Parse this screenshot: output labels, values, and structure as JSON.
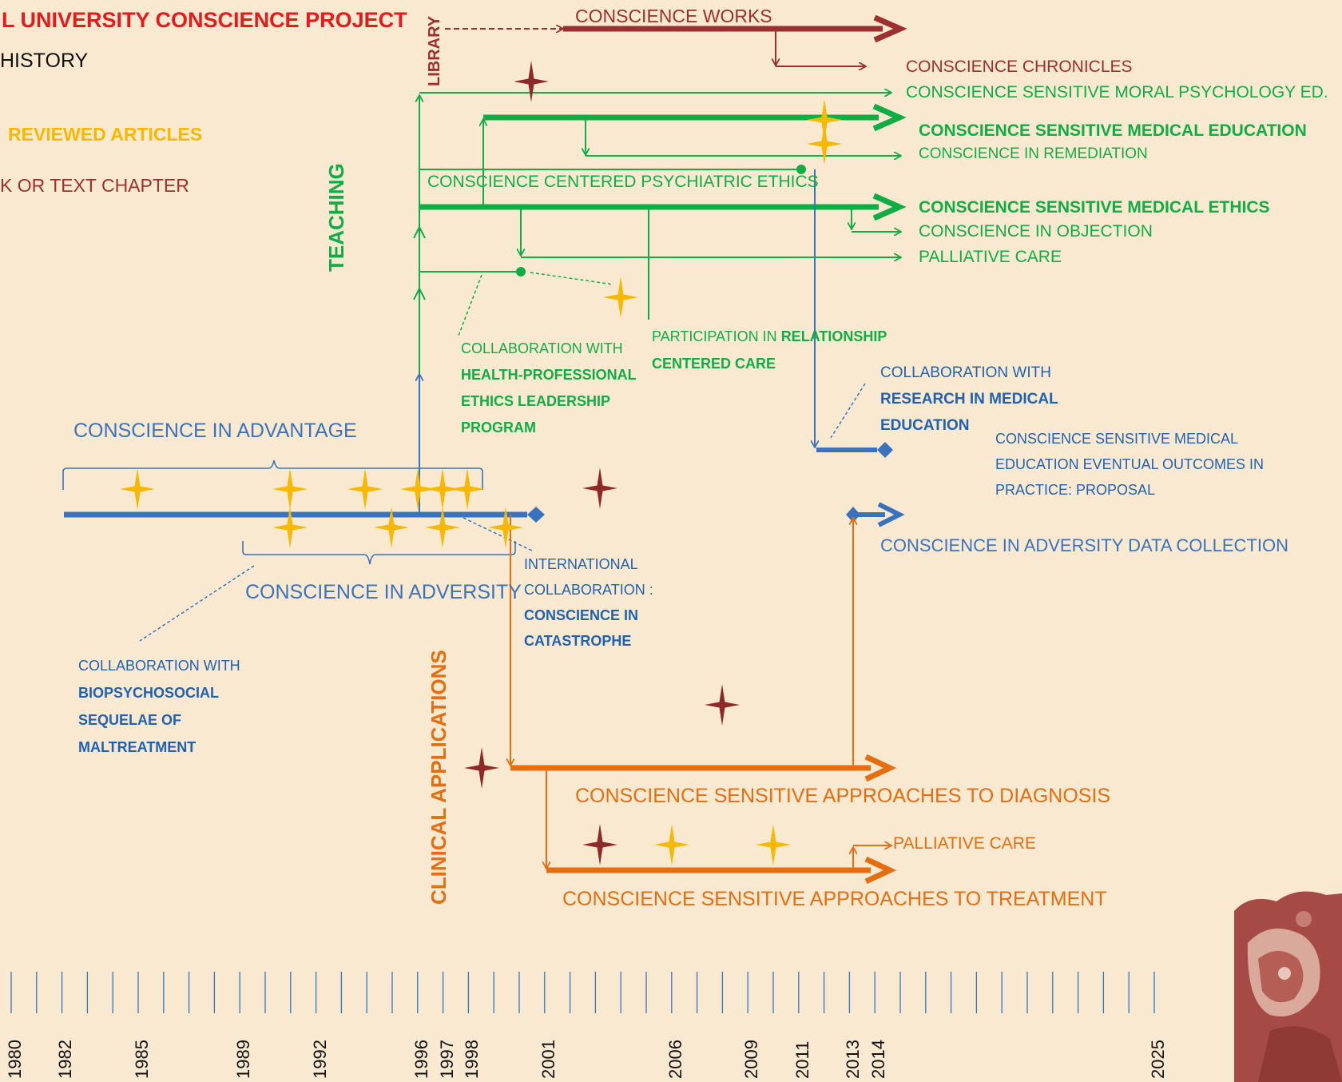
{
  "colors": {
    "background": "#f9e9d1",
    "red": "#e31b1b",
    "maroon": "#9c2f2f",
    "green": "#10ad45",
    "blue": "#3a73bd",
    "label_blue": "#1f62b1",
    "orange": "#e46e10",
    "gold": "#f6b800",
    "star_dark": "#8d2a27"
  },
  "legend": {
    "title": "L UNIVERSITY CONSCIENCE PROJECT",
    "history": "HISTORY",
    "reviewed": "REVIEWED ARTICLES",
    "chapter": "K OR TEXT CHAPTER"
  },
  "categories": {
    "library": "LIBRARY",
    "teaching": "TEACHING",
    "clinical": "CLINICAL APPLICATIONS"
  },
  "library": {
    "works": "CONSCIENCE WORKS",
    "chronicles": "CONSCIENCE CHRONICLES"
  },
  "teaching": {
    "moral_psych": "CONSCIENCE SENSITIVE MORAL  PSYCHOLOGY ED.",
    "med_ed": "CONSCIENCE SENSITIVE MEDICAL EDUCATION",
    "remediation": "CONSCIENCE IN REMEDIATION",
    "psych_ethics": "CONSCIENCE CENTERED PSYCHIATRIC ETHICS",
    "med_ethics": "CONSCIENCE SENSITIVE MEDICAL ETHICS",
    "objection": "CONSCIENCE IN OBJECTION",
    "palliative": "PALLIATIVE  CARE",
    "hpel_1": "COLLABORATION WITH",
    "hpel_2": "HEALTH-PROFESSIONAL",
    "hpel_3": "ETHICS LEADERSHIP",
    "hpel_4": "PROGRAM",
    "rcc_1a": "PARTICIPATION IN ",
    "rcc_1b": "RELATIONSHIP",
    "rcc_2": "CENTERED CARE"
  },
  "research": {
    "advantage": "CONSCIENCE IN ADVANTAGE",
    "adversity": "CONSCIENCE IN ADVERSITY",
    "intl_1": "INTERNATIONAL",
    "intl_2": "COLLABORATION :",
    "intl_3": "CONSCIENCE IN",
    "intl_4": "CATASTROPHE",
    "bio_1": "COLLABORATION WITH",
    "bio_2": "BIOPSYCHOSOCIAL",
    "bio_3": "SEQUELAE OF",
    "bio_4": "MALTREATMENT",
    "rme_1": "COLLABORATION WITH",
    "rme_2": "RESEARCH IN MEDICAL",
    "rme_3": "EDUCATION",
    "outcomes_1": "CONSCIENCE SENSITIVE MEDICAL",
    "outcomes_2": "EDUCATION EVENTUAL OUTCOMES IN",
    "outcomes_3": "PRACTICE: PROPOSAL",
    "data_collection": "CONSCIENCE IN ADVERSITY DATA COLLECTION"
  },
  "clinical": {
    "diagnosis": "CONSCIENCE SENSITIVE APPROACHES TO DIAGNOSIS",
    "palliative": "PALLIATIVE  CARE",
    "treatment": "CONSCIENCE SENSITIVE APPROACHES TO TREATMENT"
  },
  "timeline": {
    "labels": [
      "1980",
      "1982",
      "1985",
      "1989",
      "1992",
      "1996",
      "1997",
      "1998",
      "2001",
      "2006",
      "2009",
      "2011",
      "2013",
      "2014",
      "2025"
    ]
  }
}
